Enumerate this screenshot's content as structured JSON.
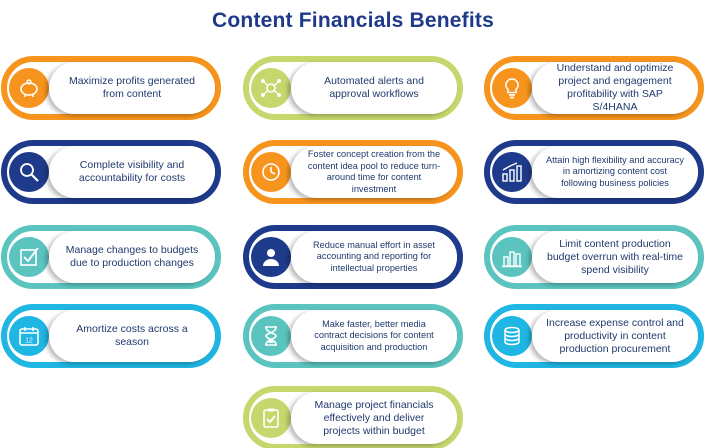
{
  "title": "Content Financials Benefits",
  "colors": {
    "orange": "#f7941d",
    "lime": "#c5d86d",
    "navy": "#1e3a8a",
    "teal": "#5bc4bf",
    "cyan": "#1fb6e3",
    "title": "#1f3a8a"
  },
  "cards": [
    {
      "text": "Maximize profits generated from content",
      "color": "orange",
      "icon": "piggy-bank-icon"
    },
    {
      "text": "Automated alerts and approval workflows",
      "color": "lime",
      "icon": "gear-network-icon"
    },
    {
      "text": "Understand and optimize project and engagement profitability with SAP S/4HANA",
      "color": "orange",
      "icon": "lightbulb-icon"
    },
    {
      "text": "Complete visibility and accountability for costs",
      "color": "navy",
      "icon": "magnifier-icon"
    },
    {
      "text": "Foster concept creation from the content idea pool to reduce turn-around time for content investment",
      "color": "orange",
      "icon": "clock-icon"
    },
    {
      "text": "Attain high flexibility and accuracy in amortizing content cost following business policies",
      "color": "navy",
      "icon": "growth-chart-icon"
    },
    {
      "text": "Manage changes to budgets due to production changes",
      "color": "teal",
      "icon": "checkbox-icon"
    },
    {
      "text": "Reduce manual effort in asset accounting and reporting for intellectual properties",
      "color": "navy",
      "icon": "person-icon"
    },
    {
      "text": "Limit content production budget overrun with real-time spend visibility",
      "color": "teal",
      "icon": "bar-chart-icon"
    },
    {
      "text": "Amortize costs across a season",
      "color": "cyan",
      "icon": "calendar-icon"
    },
    {
      "text": "Make faster, better media contract decisions for content acquisition and production",
      "color": "teal",
      "icon": "hourglass-icon"
    },
    {
      "text": "Increase expense control and productivity in content production procurement",
      "color": "cyan",
      "icon": "coins-icon"
    },
    {
      "text": "Manage project financials effectively and deliver projects within budget",
      "color": "lime",
      "icon": "clipboard-check-icon"
    }
  ]
}
